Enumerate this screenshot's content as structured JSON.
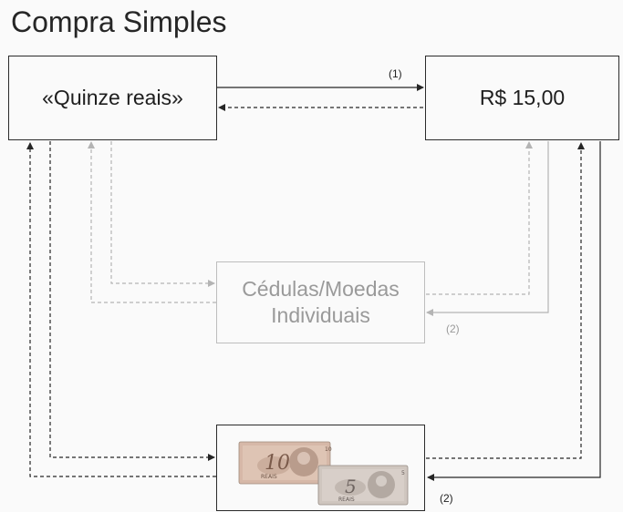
{
  "title": "Compra Simples",
  "boxes": {
    "word_form": "«Quinze reais»",
    "numeric_form": "R$ 15,00",
    "individual_line1": "Cédulas/Moedas",
    "individual_line2": "Individuais"
  },
  "step_labels": {
    "top_arrow": "(1)",
    "middle_arrow": "(2)",
    "bottom_arrow": "(2)"
  },
  "banknotes": {
    "note_a": {
      "value": "10",
      "word": "REAIS"
    },
    "note_b": {
      "value": "5",
      "word": "REAIS"
    }
  },
  "colors": {
    "dark": "#262626",
    "light": "#b4b4b4",
    "note_a_fill": "#d6b8a8",
    "note_b_fill": "#cfc6bf"
  }
}
